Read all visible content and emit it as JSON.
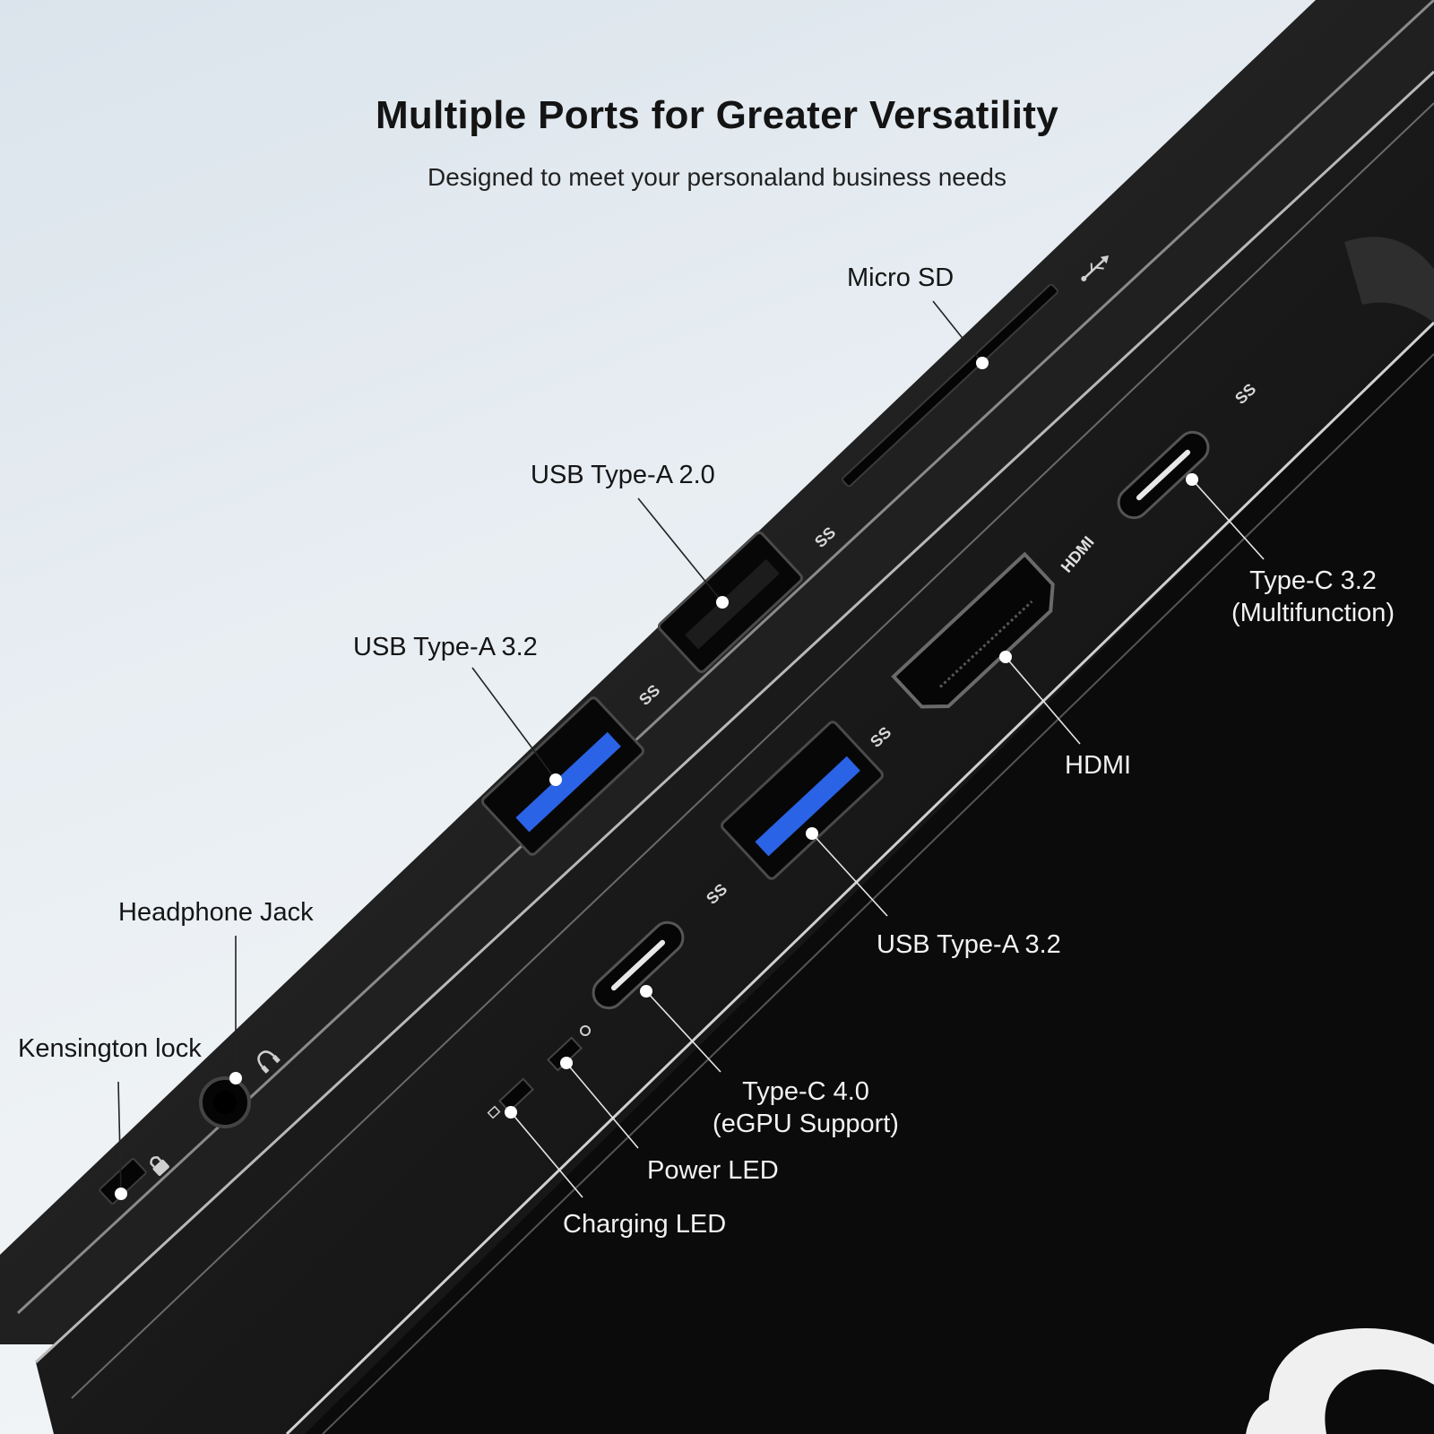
{
  "header": {
    "title": "Multiple Ports for Greater Versatility",
    "subtitle": "Designed to meet your personaland business needs"
  },
  "callouts": {
    "micro_sd": "Micro SD",
    "usb_a_20": "USB Type-A 2.0",
    "usb_a_32_left": "USB Type-A 3.2",
    "headphone_jack": "Headphone Jack",
    "kensington_lock": "Kensington lock",
    "type_c_32_line1": "Type-C 3.2",
    "type_c_32_line2": "(Multifunction)",
    "hdmi": "HDMI",
    "usb_a_32_right": "USB Type-A 3.2",
    "type_c_40_line1": "Type-C 4.0",
    "type_c_40_line2": "(eGPU Support)",
    "power_led": "Power LED",
    "charging_led": "Charging LED"
  },
  "port_markings": {
    "hdmi_text": "HDMI",
    "superspeed_text": "SS"
  },
  "colors": {
    "usb_blue": "#2a63e6",
    "chassis": "#1b1b1b",
    "text": "#141414",
    "text_light": "#f2f2f2"
  }
}
